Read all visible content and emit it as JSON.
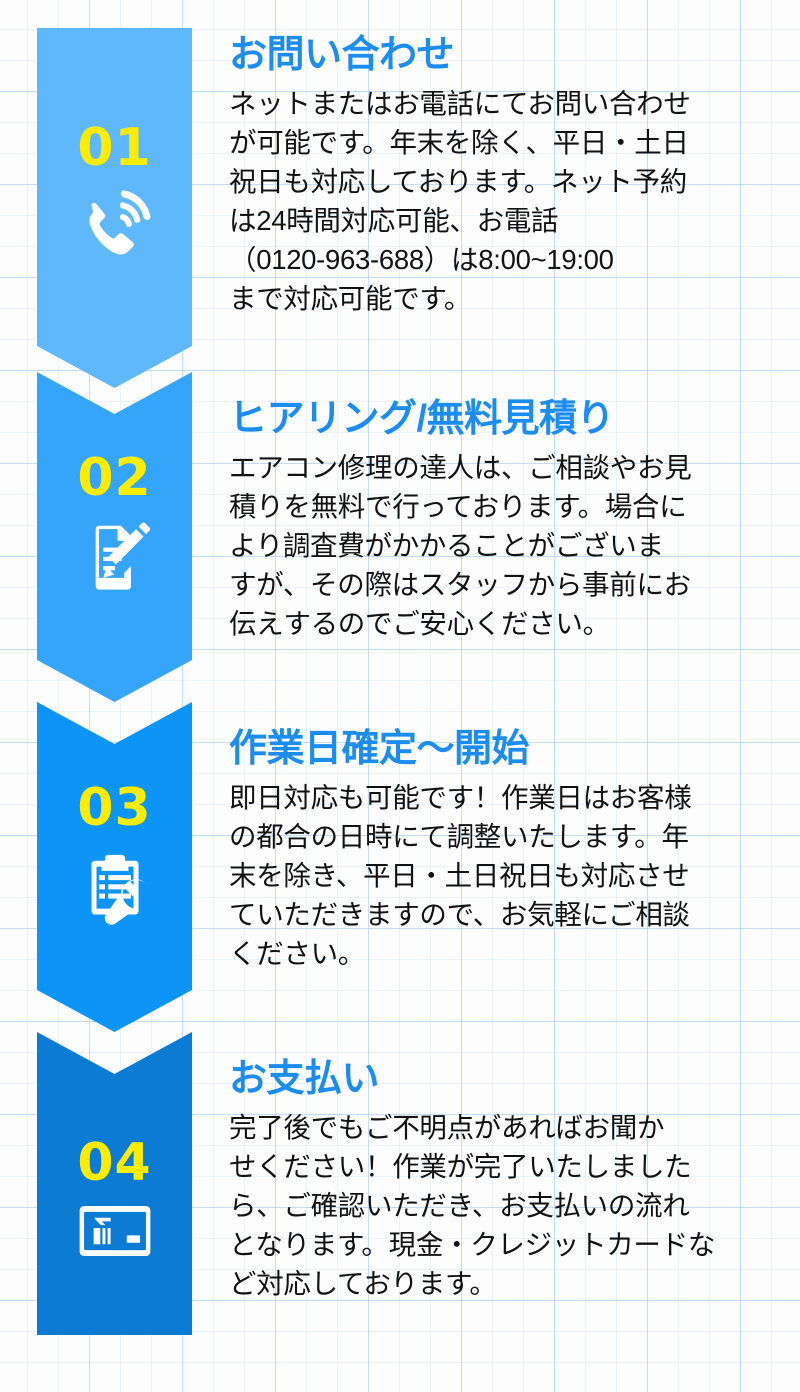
{
  "page": {
    "background": "#fdfdfd",
    "grid_color": "#96c3eb",
    "number_color": "#ffed00",
    "title_color": "#1b8cf0",
    "body_color": "#121212"
  },
  "steps": [
    {
      "number": "01",
      "icon": "phone-call-icon",
      "banner_color": "#5fb8fc",
      "title": "お問い合わせ",
      "body_lines": [
        "ネットまたはお電話にてお問い合わせ",
        "が可能です。年末を除く、平日・土日",
        "祝日も対応しております。ネット予約",
        "は24時間対応可能、お電話",
        "（0120-963-688）は8:00~19:00",
        "まで対応可能です。"
      ]
    },
    {
      "number": "02",
      "icon": "document-pencil-icon",
      "banner_color": "#35a5fb",
      "title": "ヒアリング/無料見積り",
      "body_lines": [
        "エアコン修理の達人は、ご相談やお見",
        "積りを無料で行っております。場合に",
        "より調査費がかかることがございま",
        "すが、その際はスタッフから事前にお",
        "伝えするのでご安心ください。"
      ]
    },
    {
      "number": "03",
      "icon": "clipboard-wrench-icon",
      "banner_color": "#0c94f7",
      "title": "作業日確定〜開始",
      "body_lines": [
        "即日対応も可能です！作業日はお客様",
        "の都合の日時にて調整いたします。年",
        "末を除き、平日・土日祝日も対応させ",
        "ていただきますので、お気軽にご相談",
        "ください。"
      ]
    },
    {
      "number": "04",
      "icon": "payment-card-icon",
      "banner_color": "#0b7bd4",
      "title": "お支払い",
      "body_lines": [
        "完了後でもご不明点があればお聞か",
        "せください！作業が完了いたしました",
        "ら、ご確認いただき、お支払いの流れ",
        "となります。現金・クレジットカードな",
        "ど対応しております。"
      ]
    }
  ]
}
